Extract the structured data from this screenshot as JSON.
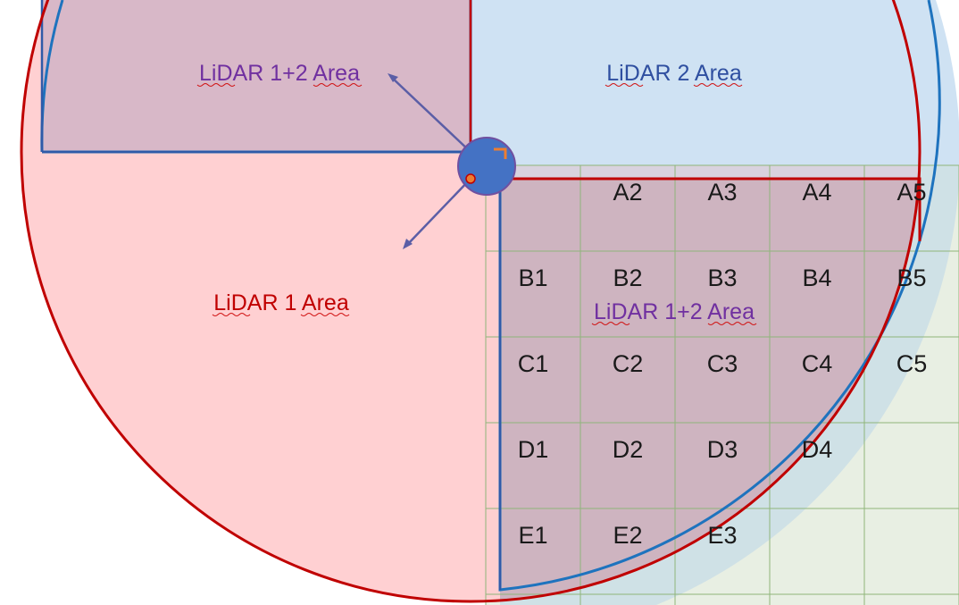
{
  "labels": {
    "lidar12_top": "LiDAR 1+2 Area",
    "lidar2": "LiDAR 2 Area",
    "lidar1": "LiDAR 1 Area",
    "lidar12_grid": "LiDAR 1+2 Area"
  },
  "grid": {
    "rows": [
      [
        "",
        "A2",
        "A3",
        "A4",
        "A5"
      ],
      [
        "B1",
        "B2",
        "B3",
        "B4",
        "B5"
      ],
      [
        "C1",
        "C2",
        "C3",
        "C4",
        "C5"
      ],
      [
        "D1",
        "D2",
        "D3",
        "D4",
        ""
      ],
      [
        "E1",
        "E2",
        "E3",
        "",
        ""
      ]
    ]
  },
  "colors": {
    "lidar1_fill": "#ffcccf",
    "lidar1_stroke": "#c00000",
    "lidar2_fill": "#cfe2f3",
    "lidar2_stroke": "#1e73be",
    "overlap_fill": "#d8b8c8",
    "overlap_stroke": "#2f5aa8",
    "grid_fill": "#e8efe3",
    "grid_stroke": "#8fb57a",
    "label_lidar1": "#c00000",
    "label_lidar2": "#2f4fa0",
    "label_overlap": "#7030a0",
    "arrow": "#5b5ea6",
    "sensor_fill": "#4472c4",
    "sensor_stroke": "#7050a0",
    "sensor_mark": "#ed7d31"
  }
}
